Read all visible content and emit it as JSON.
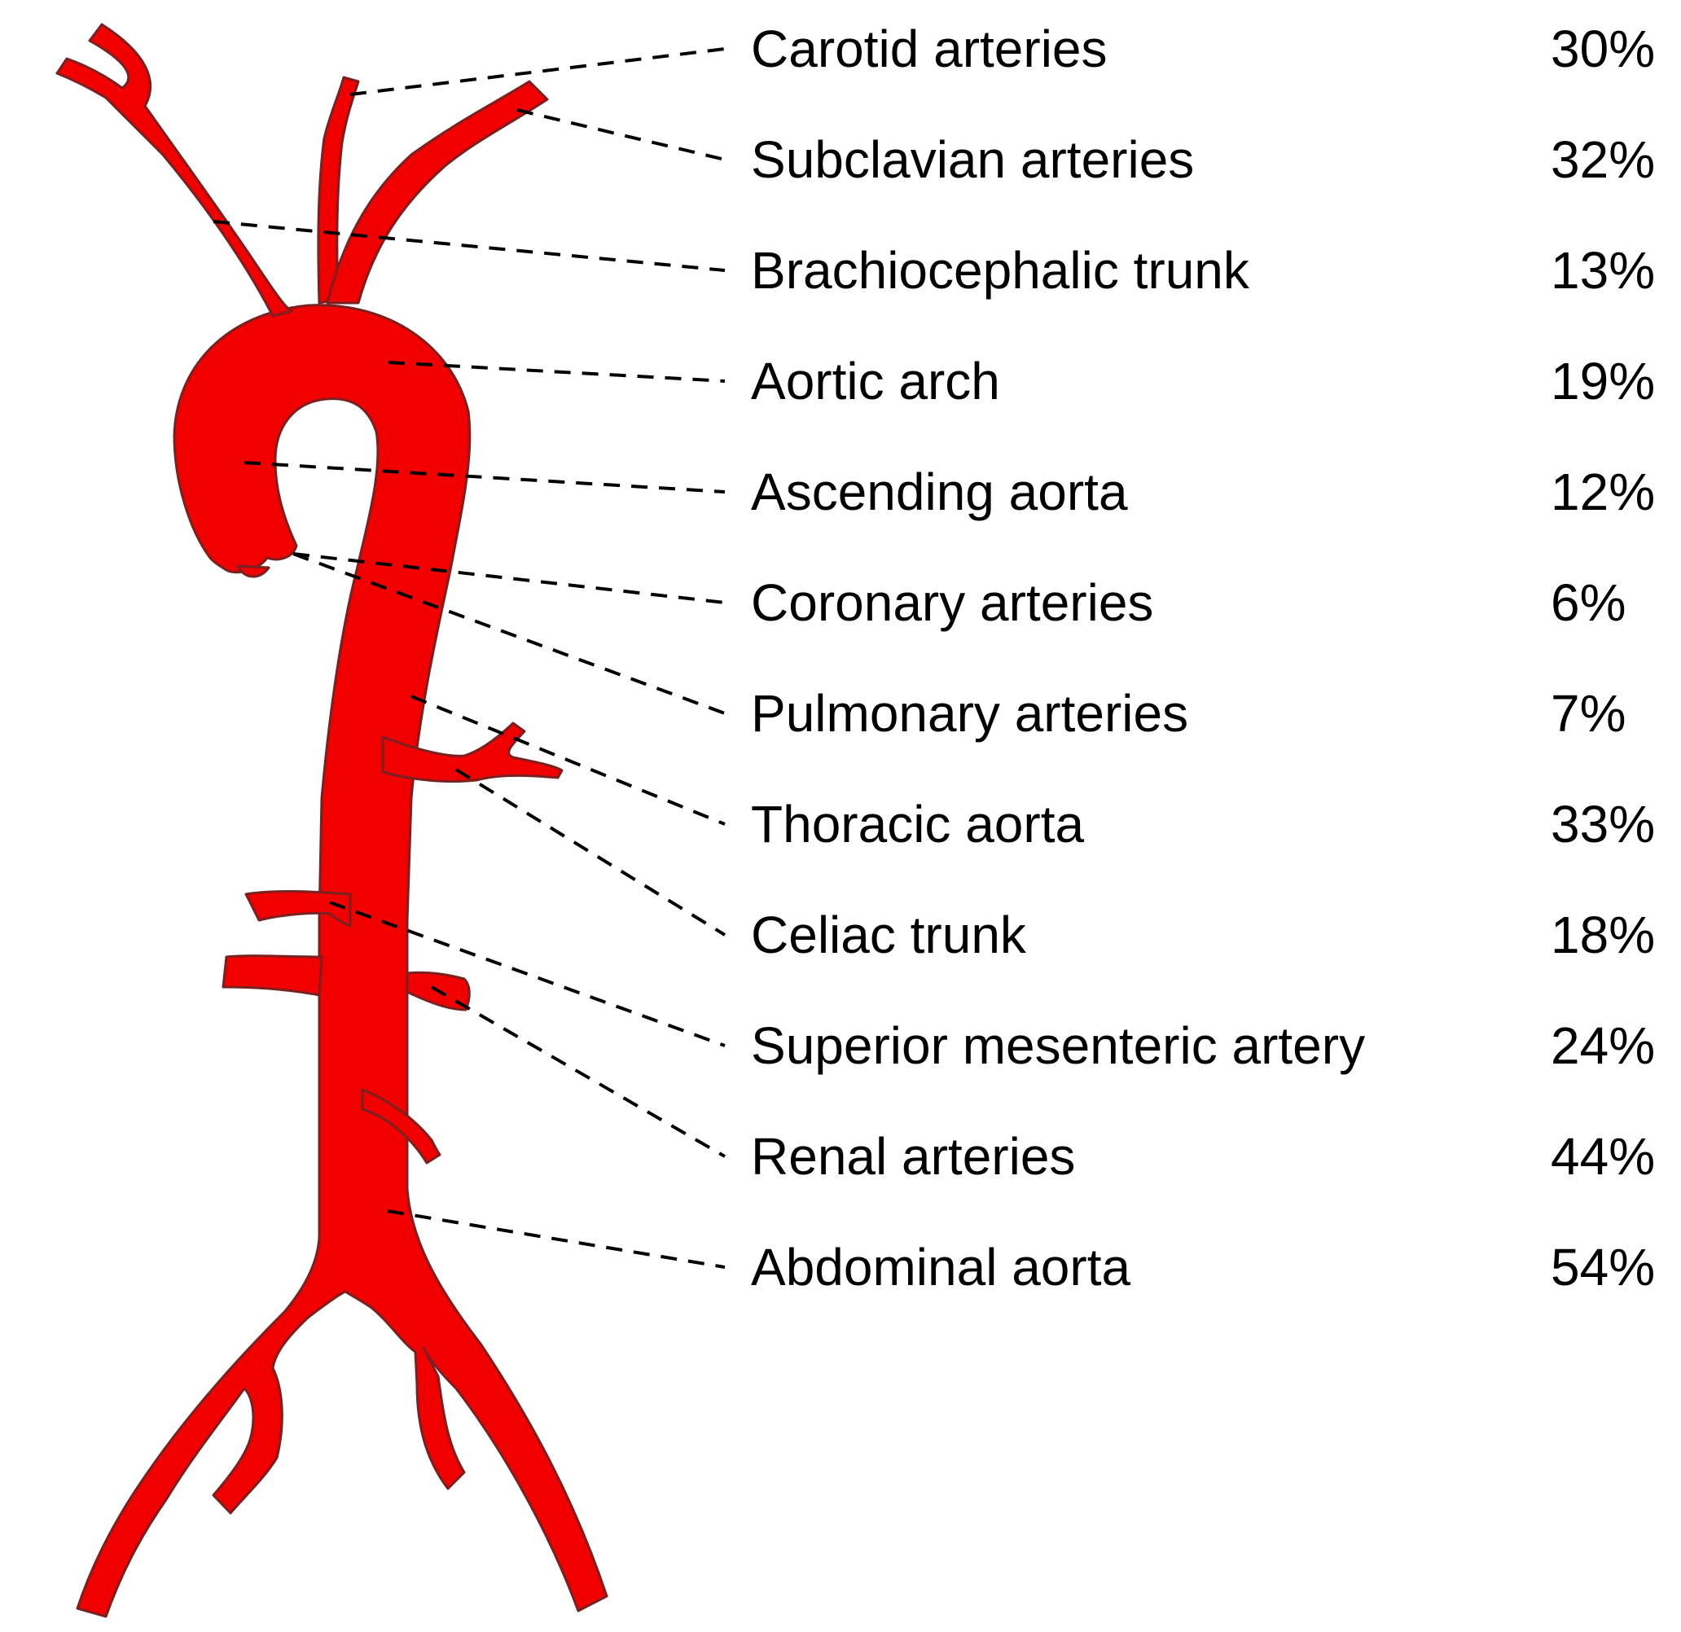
{
  "colors": {
    "vessel_fill": "#f20000",
    "vessel_stroke": "#7a2020",
    "leader_line": "#000000",
    "text": "#000000"
  },
  "regions": [
    {
      "name": "Carotid arteries",
      "percent": "30%",
      "value": 30
    },
    {
      "name": "Subclavian arteries",
      "percent": "32%",
      "value": 32
    },
    {
      "name": "Brachiocephalic trunk",
      "percent": "13%",
      "value": 13
    },
    {
      "name": "Aortic arch",
      "percent": "19%",
      "value": 19
    },
    {
      "name": "Ascending aorta",
      "percent": "12%",
      "value": 12
    },
    {
      "name": "Coronary arteries",
      "percent": "6%",
      "value": 6
    },
    {
      "name": "Pulmonary arteries",
      "percent": "7%",
      "value": 7
    },
    {
      "name": "Thoracic aorta",
      "percent": "33%",
      "value": 33
    },
    {
      "name": "Celiac trunk",
      "percent": "18%",
      "value": 18
    },
    {
      "name": "Superior mesenteric artery",
      "percent": "24%",
      "value": 24
    },
    {
      "name": "Renal arteries",
      "percent": "44%",
      "value": 44
    },
    {
      "name": "Abdominal aorta",
      "percent": "54%",
      "value": 54
    }
  ]
}
